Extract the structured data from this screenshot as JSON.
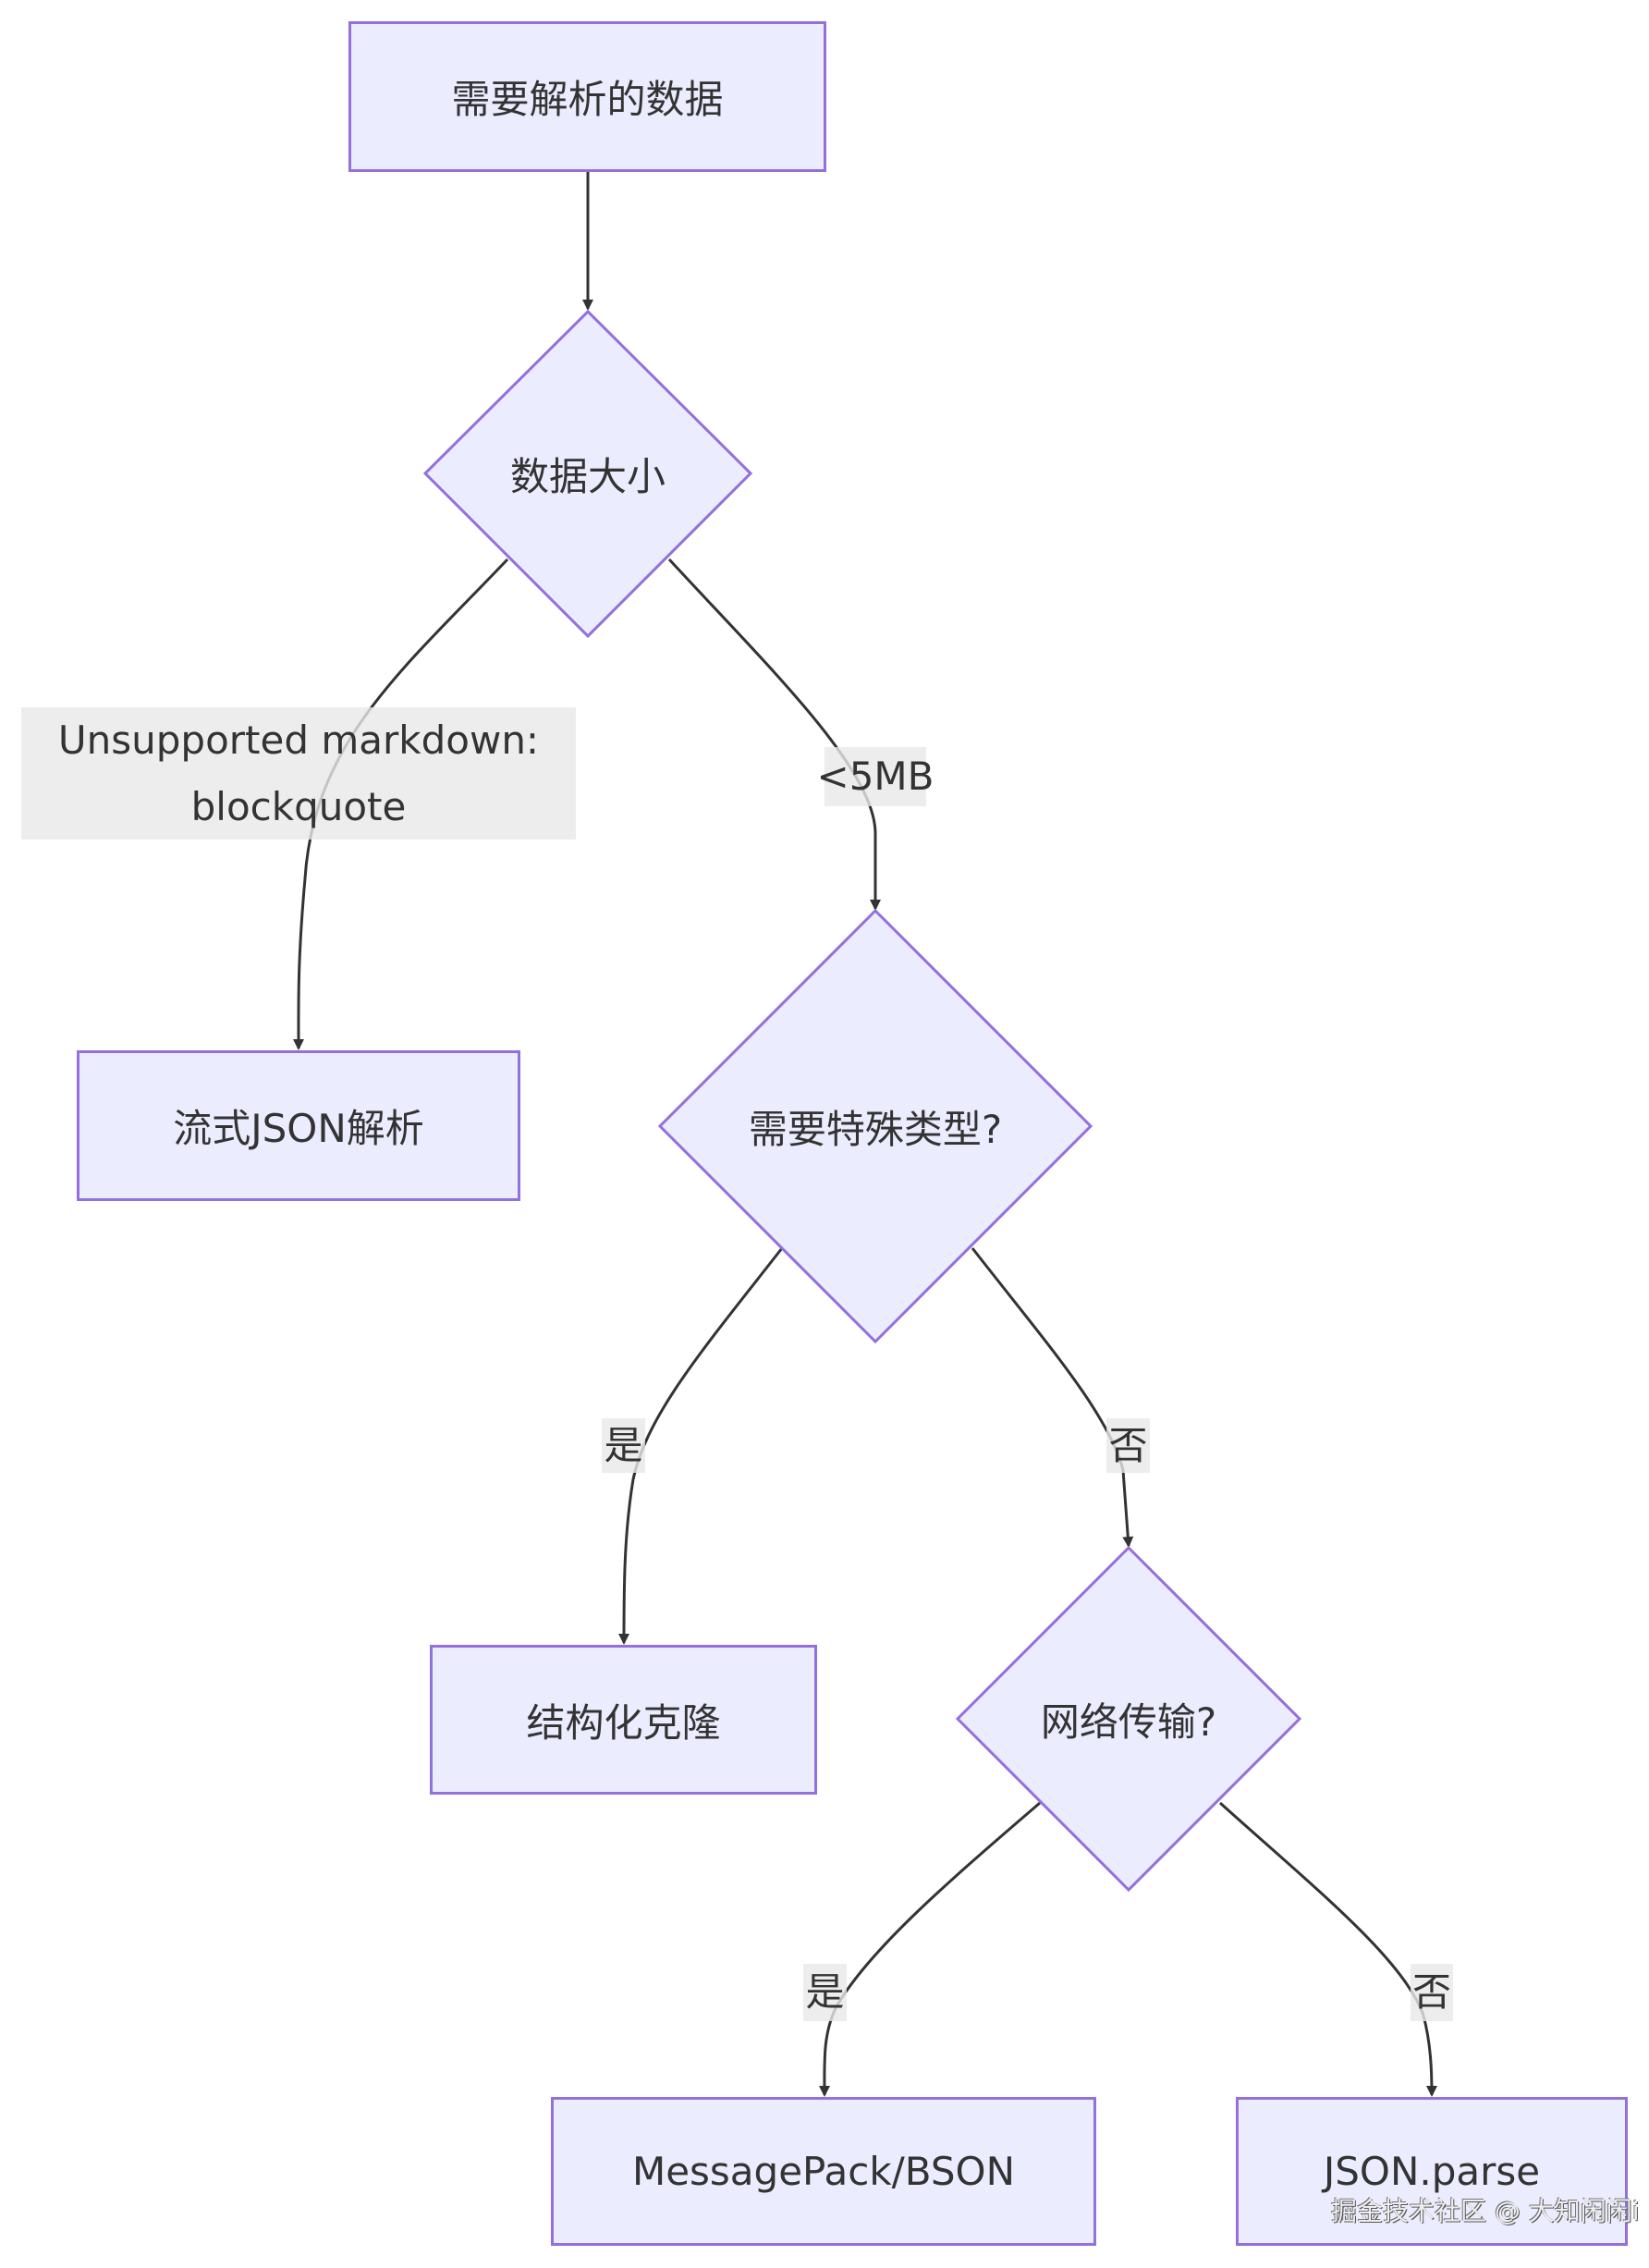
{
  "nodes": {
    "start": "需要解析的数据",
    "size": "数据大小",
    "stream": "流式JSON解析",
    "special": "需要特殊类型?",
    "clone": "结构化克隆",
    "network": "网络传输?",
    "msgpack": "MessagePack/BSON",
    "jsonparse": "JSON.parse"
  },
  "edges": {
    "size_large_line1": "Unsupported markdown:",
    "size_large_line2": "blockquote",
    "size_small": "<5MB",
    "special_yes": "是",
    "special_no": "否",
    "network_yes": "是",
    "network_no": "否"
  },
  "watermark": "掘金技术社区 @ 大知闲闲i",
  "colors": {
    "node_fill": "#ececff",
    "node_stroke": "#9370db",
    "edge": "#333333",
    "label_bg": "#e8e8e8"
  }
}
